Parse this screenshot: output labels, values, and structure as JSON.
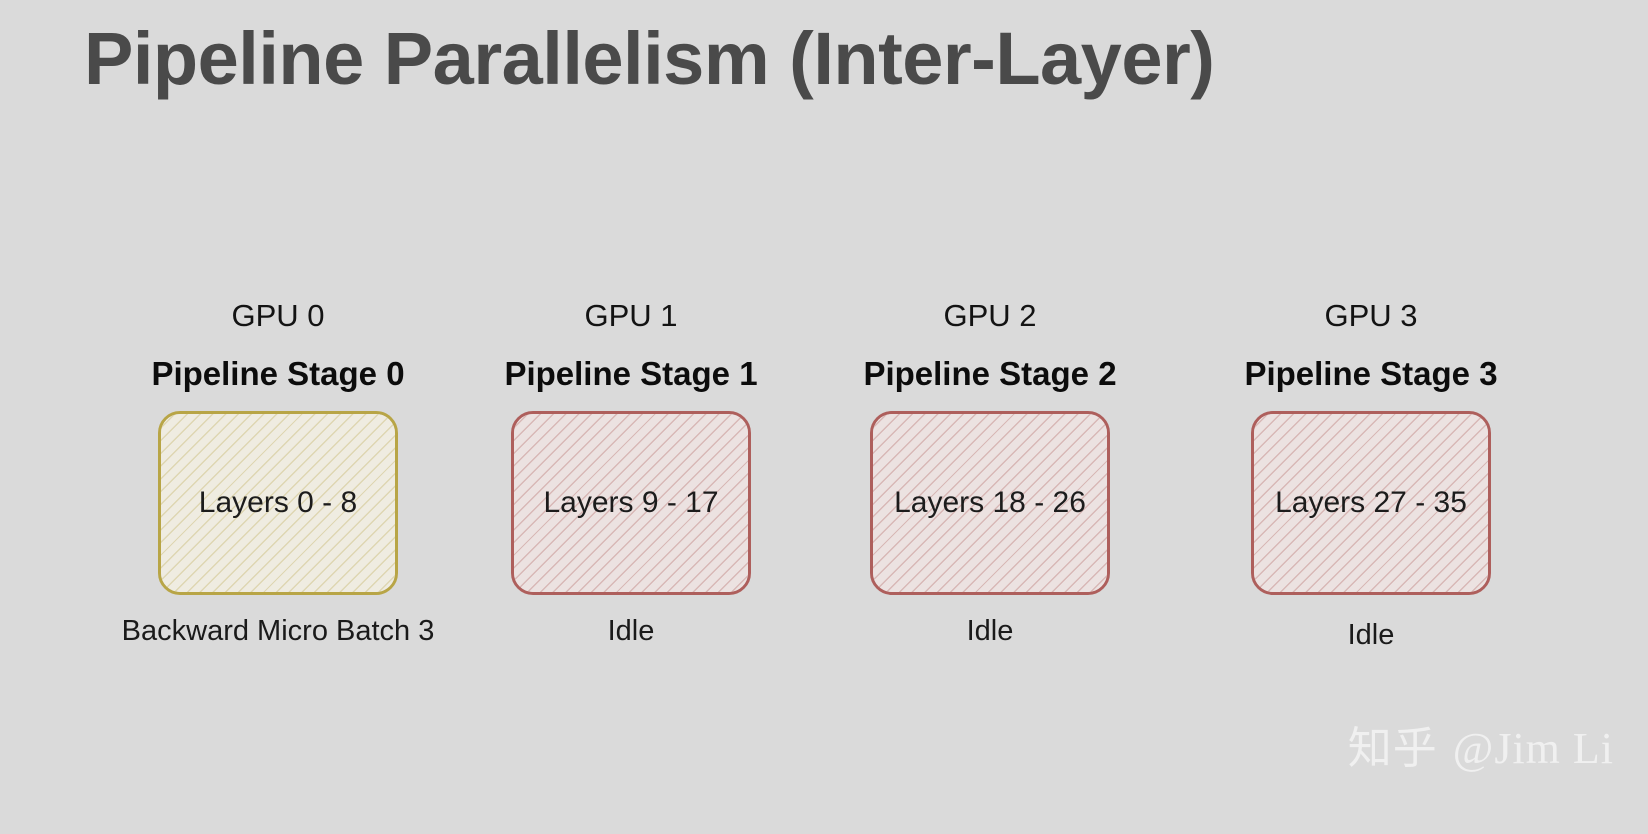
{
  "slide": {
    "title": "Pipeline Parallelism (Inter-Layer)",
    "background_color": "#dadada",
    "title_color": "#4a4a4a"
  },
  "colors": {
    "active_border": "#b8a546",
    "active_fill": "#efece1",
    "idle_border": "#ae5f5c",
    "idle_fill": "#ece2e1",
    "text": "#131313"
  },
  "gpus": [
    {
      "gpu_label": "GPU 0",
      "stage_label": "Pipeline Stage 0",
      "layers": "Layers 0 - 8",
      "status": "Backward Micro Batch 3"
    },
    {
      "gpu_label": "GPU 1",
      "stage_label": "Pipeline Stage 1",
      "layers": "Layers 9 - 17",
      "status": "Idle"
    },
    {
      "gpu_label": "GPU 2",
      "stage_label": "Pipeline Stage 2",
      "layers": "Layers 18 - 26",
      "status": "Idle"
    },
    {
      "gpu_label": "GPU 3",
      "stage_label": "Pipeline Stage 3",
      "layers": "Layers 27 - 35",
      "status": "Idle"
    }
  ],
  "watermark": {
    "site": "知乎",
    "handle": "@Jim Li"
  }
}
